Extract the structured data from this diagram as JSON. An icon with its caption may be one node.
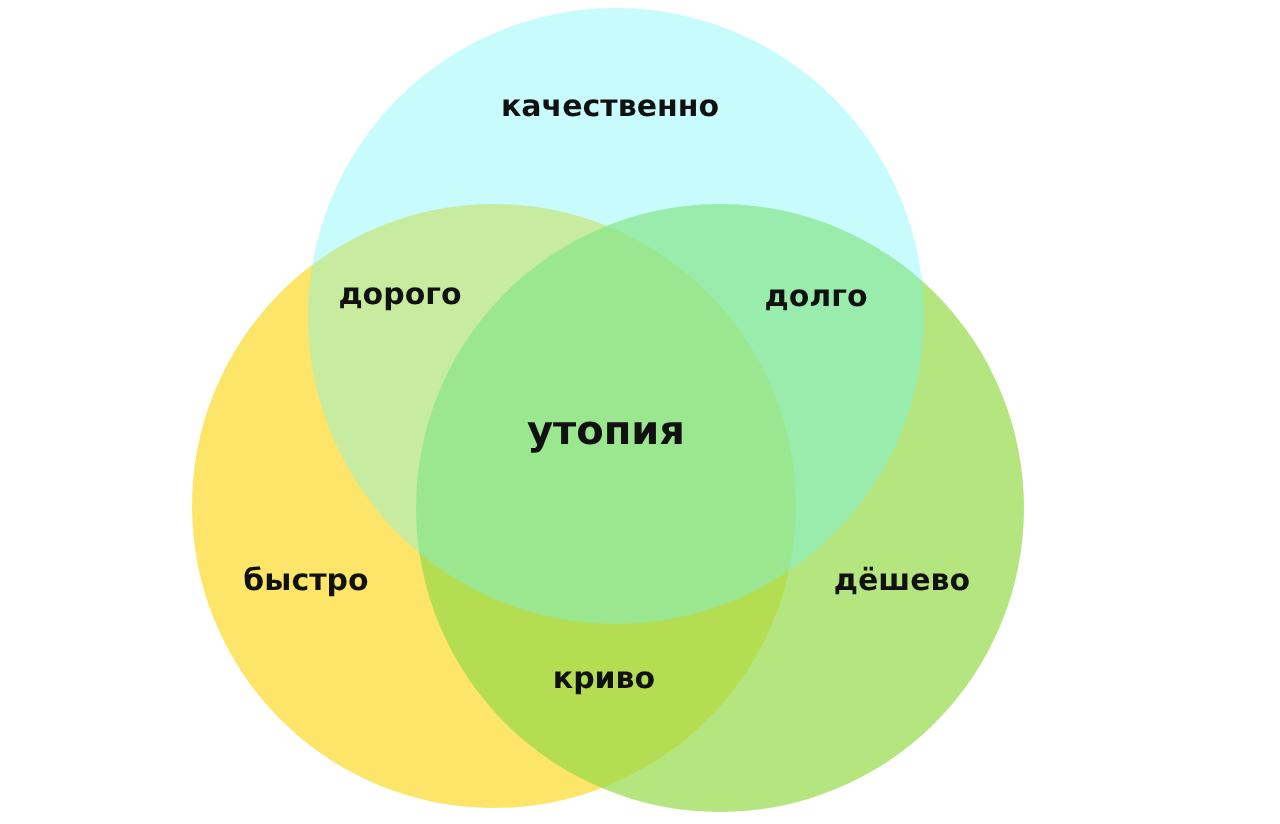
{
  "diagram": {
    "nodes": [
      {
        "text": [
          "качественно"
        ]
      },
      {
        "text": [
          "быстро"
        ]
      },
      {
        "text": [
          "дёшево"
        ]
      }
    ],
    "labels": [
      "дорого",
      "долго",
      "утопия",
      "криво"
    ]
  }
}
